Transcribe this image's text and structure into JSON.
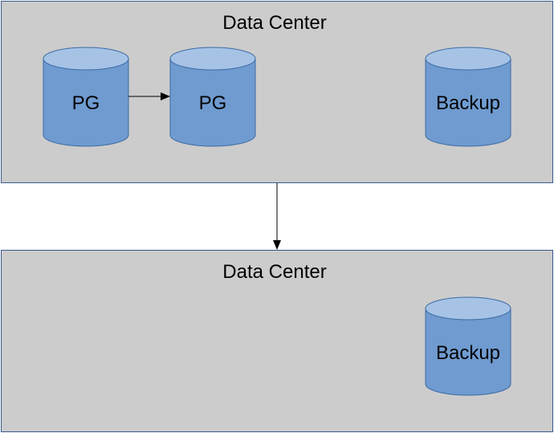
{
  "diagram": {
    "top_datacenter": {
      "title": "Data Center",
      "databases": [
        {
          "label": "PG"
        },
        {
          "label": "PG"
        },
        {
          "label": "Backup"
        }
      ]
    },
    "bottom_datacenter": {
      "title": "Data Center",
      "databases": [
        {
          "label": "Backup"
        }
      ]
    }
  },
  "colors": {
    "box_fill": "#cccccc",
    "box_stroke": "#3a5a8c",
    "cylinder_body": "#6f9bd0",
    "cylinder_top": "#a6c3e6",
    "cylinder_stroke": "#3d6aa3",
    "arrow": "#000000"
  }
}
